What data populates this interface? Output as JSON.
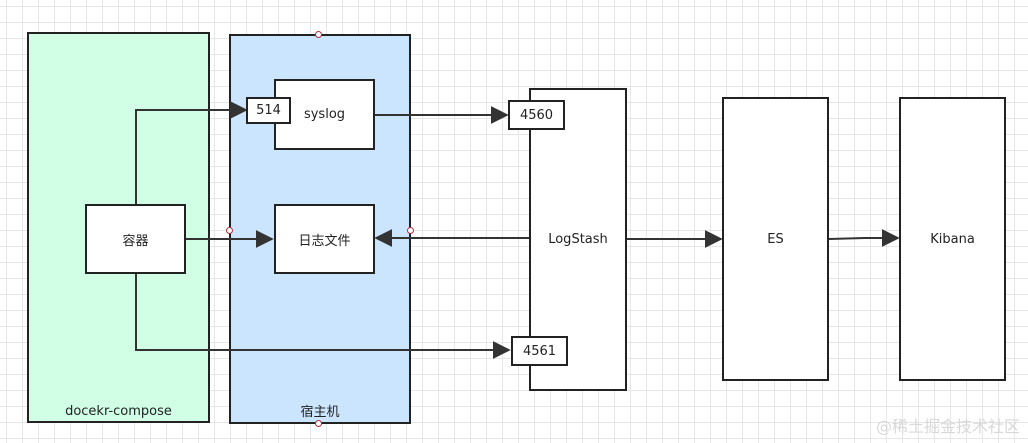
{
  "groups": {
    "compose": "docekr-compose",
    "host": "宿主机"
  },
  "nodes": {
    "container": "容器",
    "syslog": "syslog",
    "port_514": "514",
    "logfile": "日志文件",
    "logstash": "LogStash",
    "port_4560": "4560",
    "port_4561": "4561",
    "es": "ES",
    "kibana": "Kibana"
  },
  "watermark": "@稀土掘金技术社区",
  "colors": {
    "compose_fill": "#d0ffe6",
    "host_fill": "#cce5ff",
    "stroke": "#222222"
  }
}
